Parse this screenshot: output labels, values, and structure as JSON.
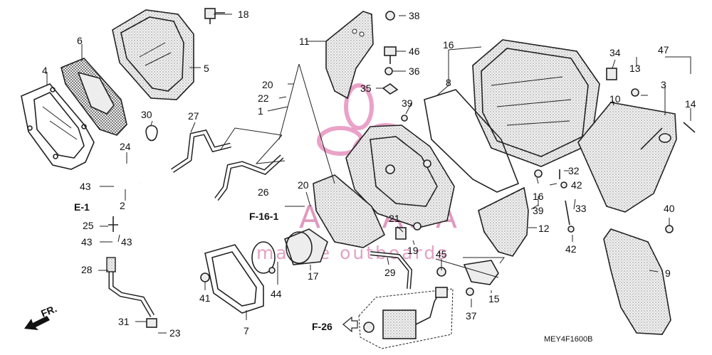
{
  "diagram_code": "MEY4F1600B",
  "front_indicator": "FR.",
  "refs": {
    "e1": "E-1",
    "f161": "F-16-1",
    "f26": "F-26"
  },
  "watermark": {
    "brand": "ARMADA",
    "tagline": "marine outboards"
  },
  "callouts": {
    "n1": "1",
    "n2": "2",
    "n3": "3",
    "n4": "4",
    "n5": "5",
    "n6": "6",
    "n7": "7",
    "n8": "8",
    "n9": "9",
    "n10": "10",
    "n11": "11",
    "n12": "12",
    "n13": "13",
    "n14": "14",
    "n15": "15",
    "n16a": "16",
    "n16b": "16",
    "n17": "17",
    "n18": "18",
    "n19": "19",
    "n20a": "20",
    "n20b": "20",
    "n21": "21",
    "n22": "22",
    "n23": "23",
    "n24": "24",
    "n25": "25",
    "n26": "26",
    "n27": "27",
    "n28": "28",
    "n29": "29",
    "n30": "30",
    "n31": "31",
    "n32": "32",
    "n33": "33",
    "n34": "34",
    "n35": "35",
    "n36": "36",
    "n37": "37",
    "n38": "38",
    "n39a": "39",
    "n39b": "39",
    "n40": "40",
    "n41": "41",
    "n42a": "42",
    "n42b": "42",
    "n43a": "43",
    "n43b": "43",
    "n43c": "43",
    "n44": "44",
    "n45": "45",
    "n46": "46",
    "n47": "47"
  }
}
